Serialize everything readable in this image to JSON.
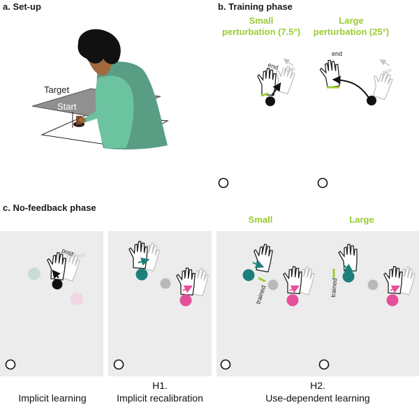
{
  "panels": {
    "a": {
      "title": "a. Set-up",
      "target_label": "Target",
      "start_label": "Start"
    },
    "b": {
      "title": "b. Training phase",
      "small": {
        "line1": "Small",
        "line2": "perturbation (7.5°)",
        "end_label": "end",
        "pre_label": "pre"
      },
      "large": {
        "line1": "Large",
        "line2": "perturbation (25°)",
        "end_label": "end",
        "pre_label": "pre"
      }
    },
    "c": {
      "title": "c. No-feedback phase",
      "post_label": "post",
      "pre_label": "pre",
      "small_label": "Small",
      "large_label": "Large",
      "trained_label": "trained",
      "captions": {
        "implicit_learning": "Implicit learning",
        "h1_line1": "H1.",
        "h1_line2": "Implicit recalibration",
        "h2_line1": "H2.",
        "h2_line2": "Use-dependent learning"
      }
    }
  },
  "colors": {
    "accent_green": "#9acd32",
    "teal": "#1d7f7c",
    "pink": "#e5509a",
    "body_green": "#6cc3a0",
    "panel_bg": "#ececec"
  }
}
